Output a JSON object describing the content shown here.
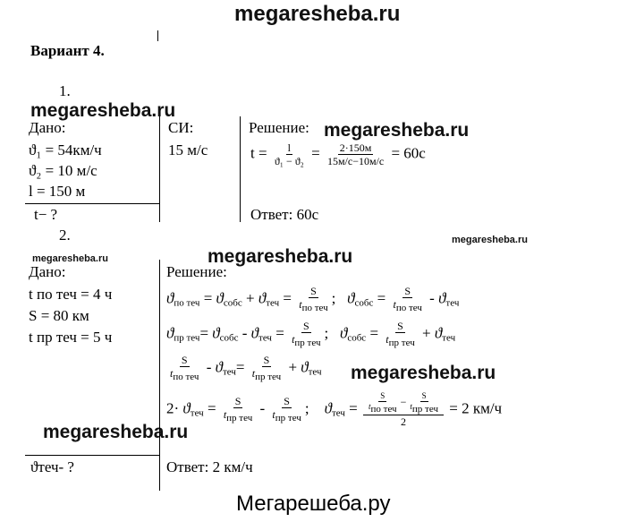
{
  "watermark": "megaresheba.ru",
  "header": {
    "variant": "Вариант 4."
  },
  "p1": {
    "number": "1.",
    "given_label": "Дано:",
    "given": [
      "ϑ₁ = 54км/ч",
      "ϑ₂ = 10 м/с",
      "l = 150 м"
    ],
    "find": "t− ?",
    "si_label": "СИ:",
    "si_value": "15 м/с",
    "solution_label": "Решение:",
    "formula": {
      "lhs": "t =",
      "f1_num": "l",
      "f1_den": "ϑ₁ − ϑ₂",
      "eq": "=",
      "f2_num": "2·150м",
      "f2_den": "15м/с−10м/с",
      "result": "= 60с"
    },
    "answer": "Ответ: 60с"
  },
  "p2": {
    "number": "2.",
    "given_label": "Дано:",
    "given": [
      "t по теч = 4 ч",
      "S = 80 км",
      "t пр теч = 5 ч"
    ],
    "find": "ϑтеч- ?",
    "solution_label": "Решение:",
    "answer": "Ответ: 2 км/ч",
    "final_result": "= 2 км/ч"
  },
  "footer": "Мегарешеба.ру"
}
